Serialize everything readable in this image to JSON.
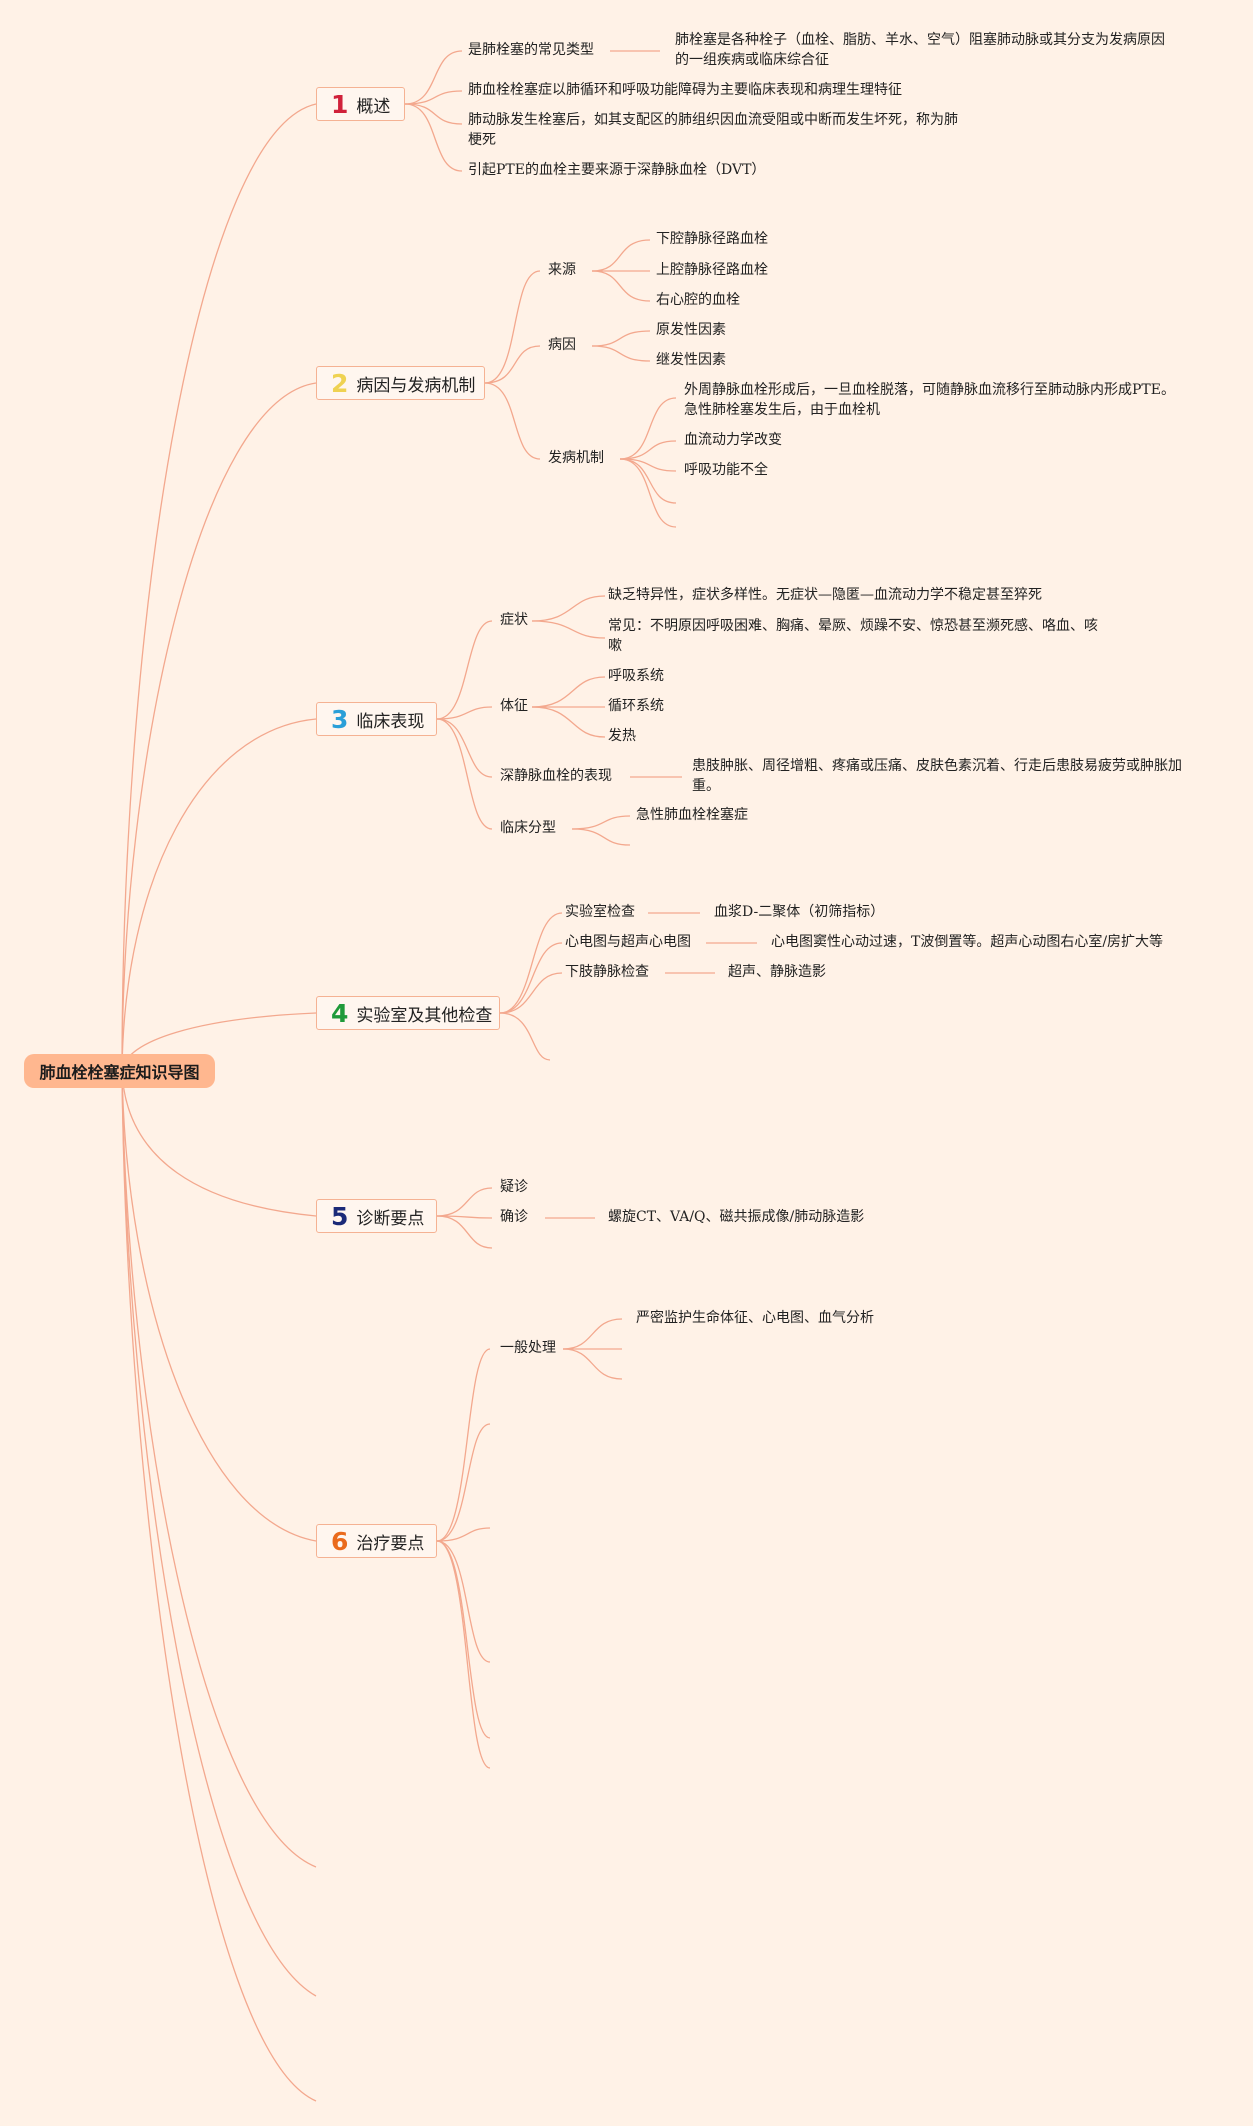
{
  "root": "肺血栓栓塞症知识导图",
  "sections": [
    {
      "num": "1",
      "color": "#d0213a",
      "label": "概述"
    },
    {
      "num": "2",
      "color": "#efd252",
      "label": "病因与发病机制"
    },
    {
      "num": "3",
      "color": "#2a9fd8",
      "label": "临床表现"
    },
    {
      "num": "4",
      "color": "#1f9a3a",
      "label": "实验室及其他检查"
    },
    {
      "num": "5",
      "color": "#1b2a78",
      "label": "诊断要点"
    },
    {
      "num": "6",
      "color": "#ea6a1c",
      "label": "治疗要点"
    }
  ],
  "s1": {
    "a": "是肺栓塞的常见类型",
    "a1": "肺栓塞是各种栓子（血栓、脂肪、羊水、空气）阻塞肺动脉或其分支为发病原因",
    "a1b": "的一组疾病或临床综合征",
    "b": "肺血栓栓塞症以肺循环和呼吸功能障碍为主要临床表现和病理生理特征",
    "c": "肺动脉发生栓塞后，如其支配区的肺组织因血流受阻或中断而发生坏死，称为肺",
    "c2": "梗死",
    "d": "引起PTE的血栓主要来源于深静脉血栓（DVT）"
  },
  "s2": {
    "source": "来源",
    "source_items": [
      "下腔静脉径路血栓",
      "上腔静脉径路血栓",
      "右心腔的血栓"
    ],
    "cause": "病因",
    "cause_items": [
      "原发性因素",
      "继发性因素"
    ],
    "mech": "发病机制",
    "mech1": "外周静脉血栓形成后，一旦血栓脱落，可随静脉血流移行至肺动脉内形成PTE。",
    "mech1b": "急性肺栓塞发生后，由于血栓机",
    "mech2": "血流动力学改变",
    "mech3": "呼吸功能不全"
  },
  "s3": {
    "sym": "症状",
    "sym1": "缺乏特异性，症状多样性。无症状—隐匿—血流动力学不稳定甚至猝死",
    "sym2": "常见：不明原因呼吸困难、胸痛、晕厥、烦躁不安、惊恐甚至濒死感、咯血、咳",
    "sym2b": "嗽",
    "sign": "体征",
    "sign_items": [
      "呼吸系统",
      "循环系统",
      "发热"
    ],
    "dvt": "深静脉血栓的表现",
    "dvt1": "患肢肿胀、周径增粗、疼痛或压痛、皮肤色素沉着、行走后患肢易疲劳或肿胀加",
    "dvt1b": "重。",
    "type": "临床分型",
    "type1": "急性肺血栓栓塞症"
  },
  "s4": {
    "lab": "实验室检查",
    "lab1": "血浆D-二聚体（初筛指标）",
    "ecg": "心电图与超声心电图",
    "ecg1": "心电图窦性心动过速，T波倒置等。超声心动图右心室/房扩大等",
    "vein": "下肢静脉检查",
    "vein1": "超声、静脉造影"
  },
  "s5": {
    "suspect": "疑诊",
    "confirm": "确诊",
    "confirm1": "螺旋CT、VA/Q、磁共振成像/肺动脉造影"
  },
  "s6": {
    "general": "一般处理",
    "general1": "严密监护生命体征、心电图、血气分析"
  }
}
